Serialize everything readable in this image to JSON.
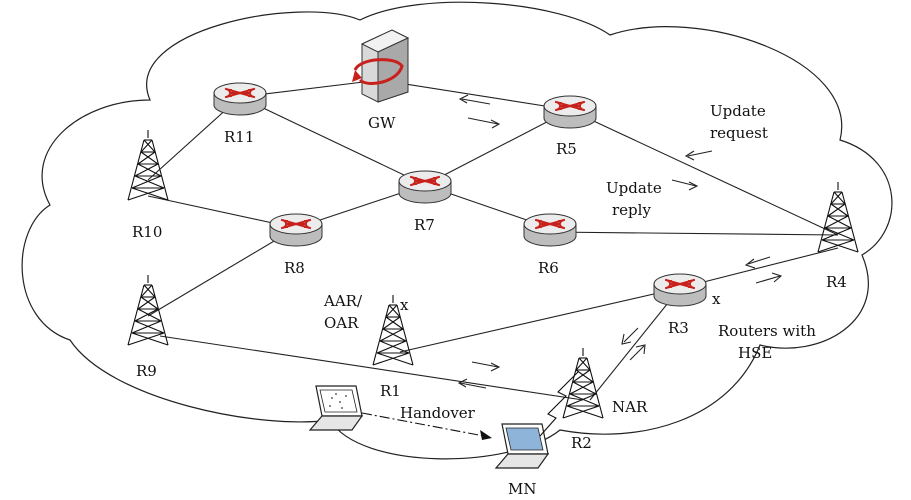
{
  "diagram": {
    "nodes": {
      "gw": "GW",
      "r1": "R1",
      "r2": "R2",
      "r3": "R3",
      "r4": "R4",
      "r5": "R5",
      "r6": "R6",
      "r7": "R7",
      "r8": "R8",
      "r9": "R9",
      "r10": "R10",
      "r11": "R11",
      "mn": "MN"
    },
    "annotations": {
      "update_request_line1": "Update",
      "update_request_line2": "request",
      "update_reply_line1": "Update",
      "update_reply_line2": "reply",
      "aar_line1": "AAR/",
      "aar_line2": "OAR",
      "nar": "NAR",
      "hse_line1": "Routers with",
      "hse_line2": "HSE",
      "handover": "Handover",
      "hse_mark_r1": "x",
      "hse_mark_r3": "x"
    }
  }
}
